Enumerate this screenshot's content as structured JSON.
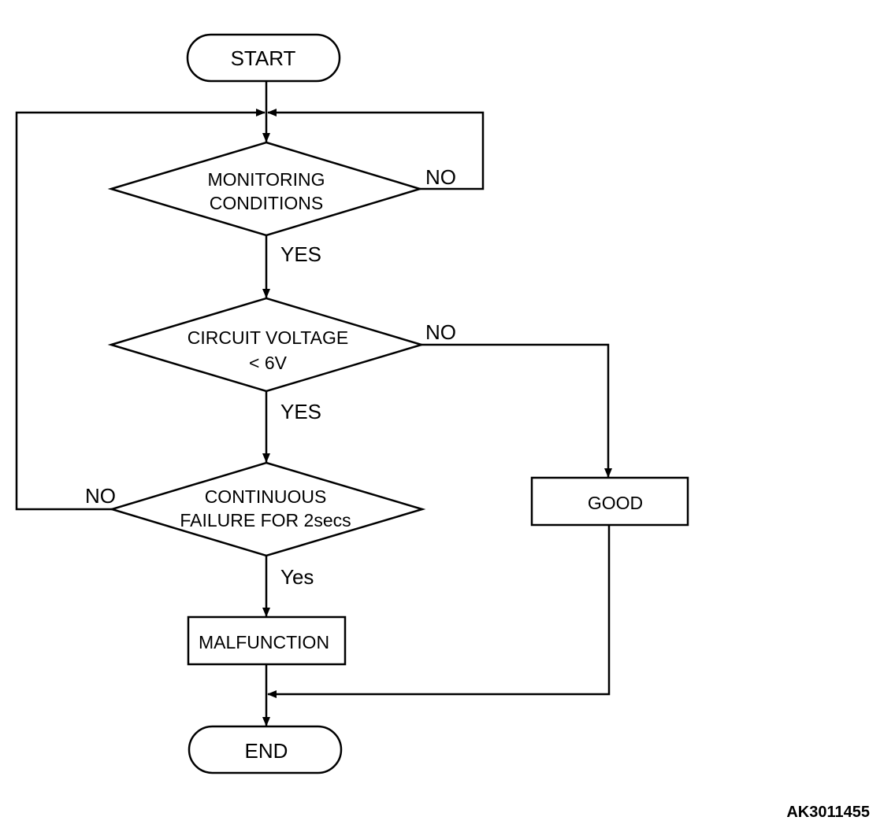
{
  "nodes": {
    "start": "START",
    "monitoring": [
      "MONITORING",
      "CONDITIONS"
    ],
    "voltage": [
      "CIRCUIT VOLTAGE",
      "< 6V"
    ],
    "continuous": [
      "CONTINUOUS",
      "FAILURE FOR 2secs"
    ],
    "good": "GOOD",
    "malfunction": "MALFUNCTION",
    "end": "END"
  },
  "edges": {
    "monitoring_no": "NO",
    "monitoring_yes": "YES",
    "voltage_no": "NO",
    "voltage_yes": "YES",
    "continuous_no": "NO",
    "continuous_yes": "Yes"
  },
  "figure_id": "AK3011455"
}
